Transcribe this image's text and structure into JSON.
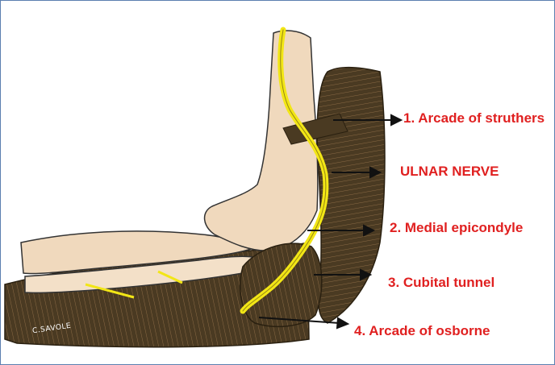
{
  "labels": {
    "arcade_struthers": "1.    Arcade of struthers",
    "ulnar_nerve": "ULNAR NERVE",
    "medial_epicondyle": "2. Medial epicondyle",
    "cubital_tunnel": "3. Cubital tunnel",
    "arcade_osborne": "4. Arcade of osborne"
  },
  "signature": "C.SAVOLE",
  "colors": {
    "label_text": "#e02020",
    "nerve": "#f2e616",
    "muscle": "#4a3a22",
    "bone": "#f0d9bd",
    "arrow": "#111111",
    "frame": "#5b7fb0"
  }
}
